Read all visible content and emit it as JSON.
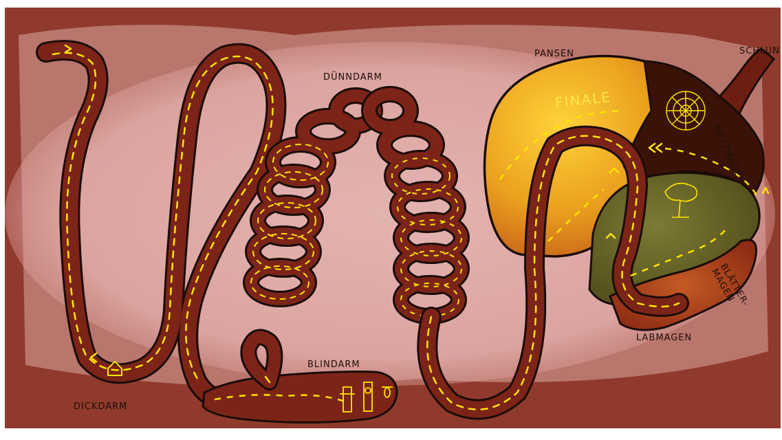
{
  "board": {
    "labels": {
      "schlund": "SCHLUND",
      "pansen": "PANSEN",
      "netzmagen": "NETZMAGEN",
      "blaettermagen": "BLÄTTER-\nMAGEN",
      "labmagen": "LABMAGEN",
      "duenndarm": "DÜNNDARM",
      "blinddarm": "BLINDARM",
      "dickdarm": "DICKDARM",
      "finale": "FINALE"
    },
    "icons": {
      "spiderweb": "spiderweb-icon",
      "tree": "tree-icon",
      "house": "house-icon",
      "totems": "totem-icon",
      "insect": "insect-icon"
    },
    "colors": {
      "background": "#8f3a2c",
      "haze": "#e0aaa8",
      "intestine": "#7c2418",
      "outline": "#1a0c08",
      "dashes": "#ffe600",
      "pansen": "#e89a1e",
      "netzmagen": "#3a1208",
      "blaettermagen": "#6b6428"
    }
  }
}
